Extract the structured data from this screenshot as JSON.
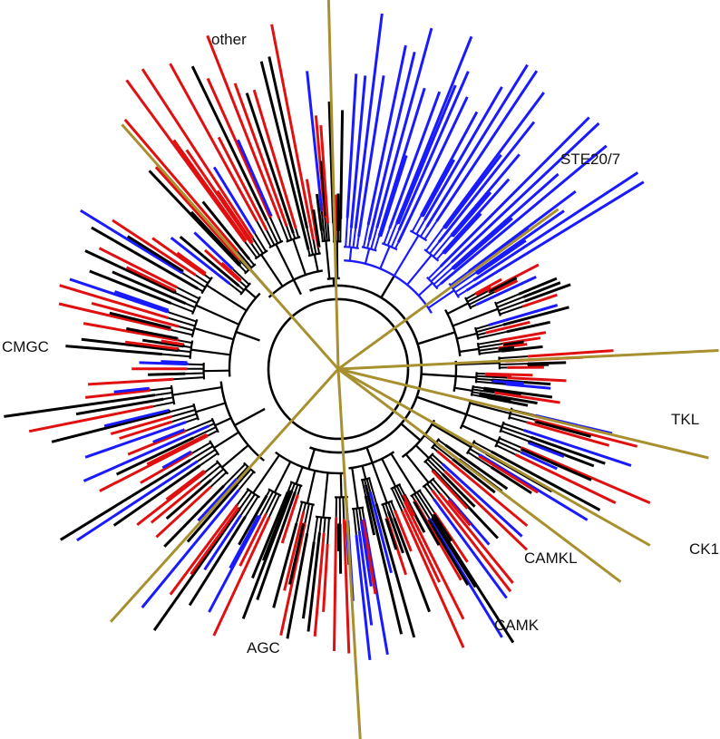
{
  "figure": {
    "groups": [
      {
        "id": "other",
        "label": "other"
      },
      {
        "id": "ste",
        "label": "STE20/7"
      },
      {
        "id": "cmgc",
        "label": "CMGC"
      },
      {
        "id": "tkl",
        "label": "TKL"
      },
      {
        "id": "ck1",
        "label": "CK1"
      },
      {
        "id": "camkl",
        "label": "CAMKL"
      },
      {
        "id": "camk",
        "label": "CAMK"
      },
      {
        "id": "agc",
        "label": "AGC"
      }
    ],
    "colors": {
      "divider": "#a89030",
      "branch_default": "#000000",
      "highlight_blue": "#1a1aff",
      "highlight_red": "#e01010"
    },
    "seed": 7
  }
}
